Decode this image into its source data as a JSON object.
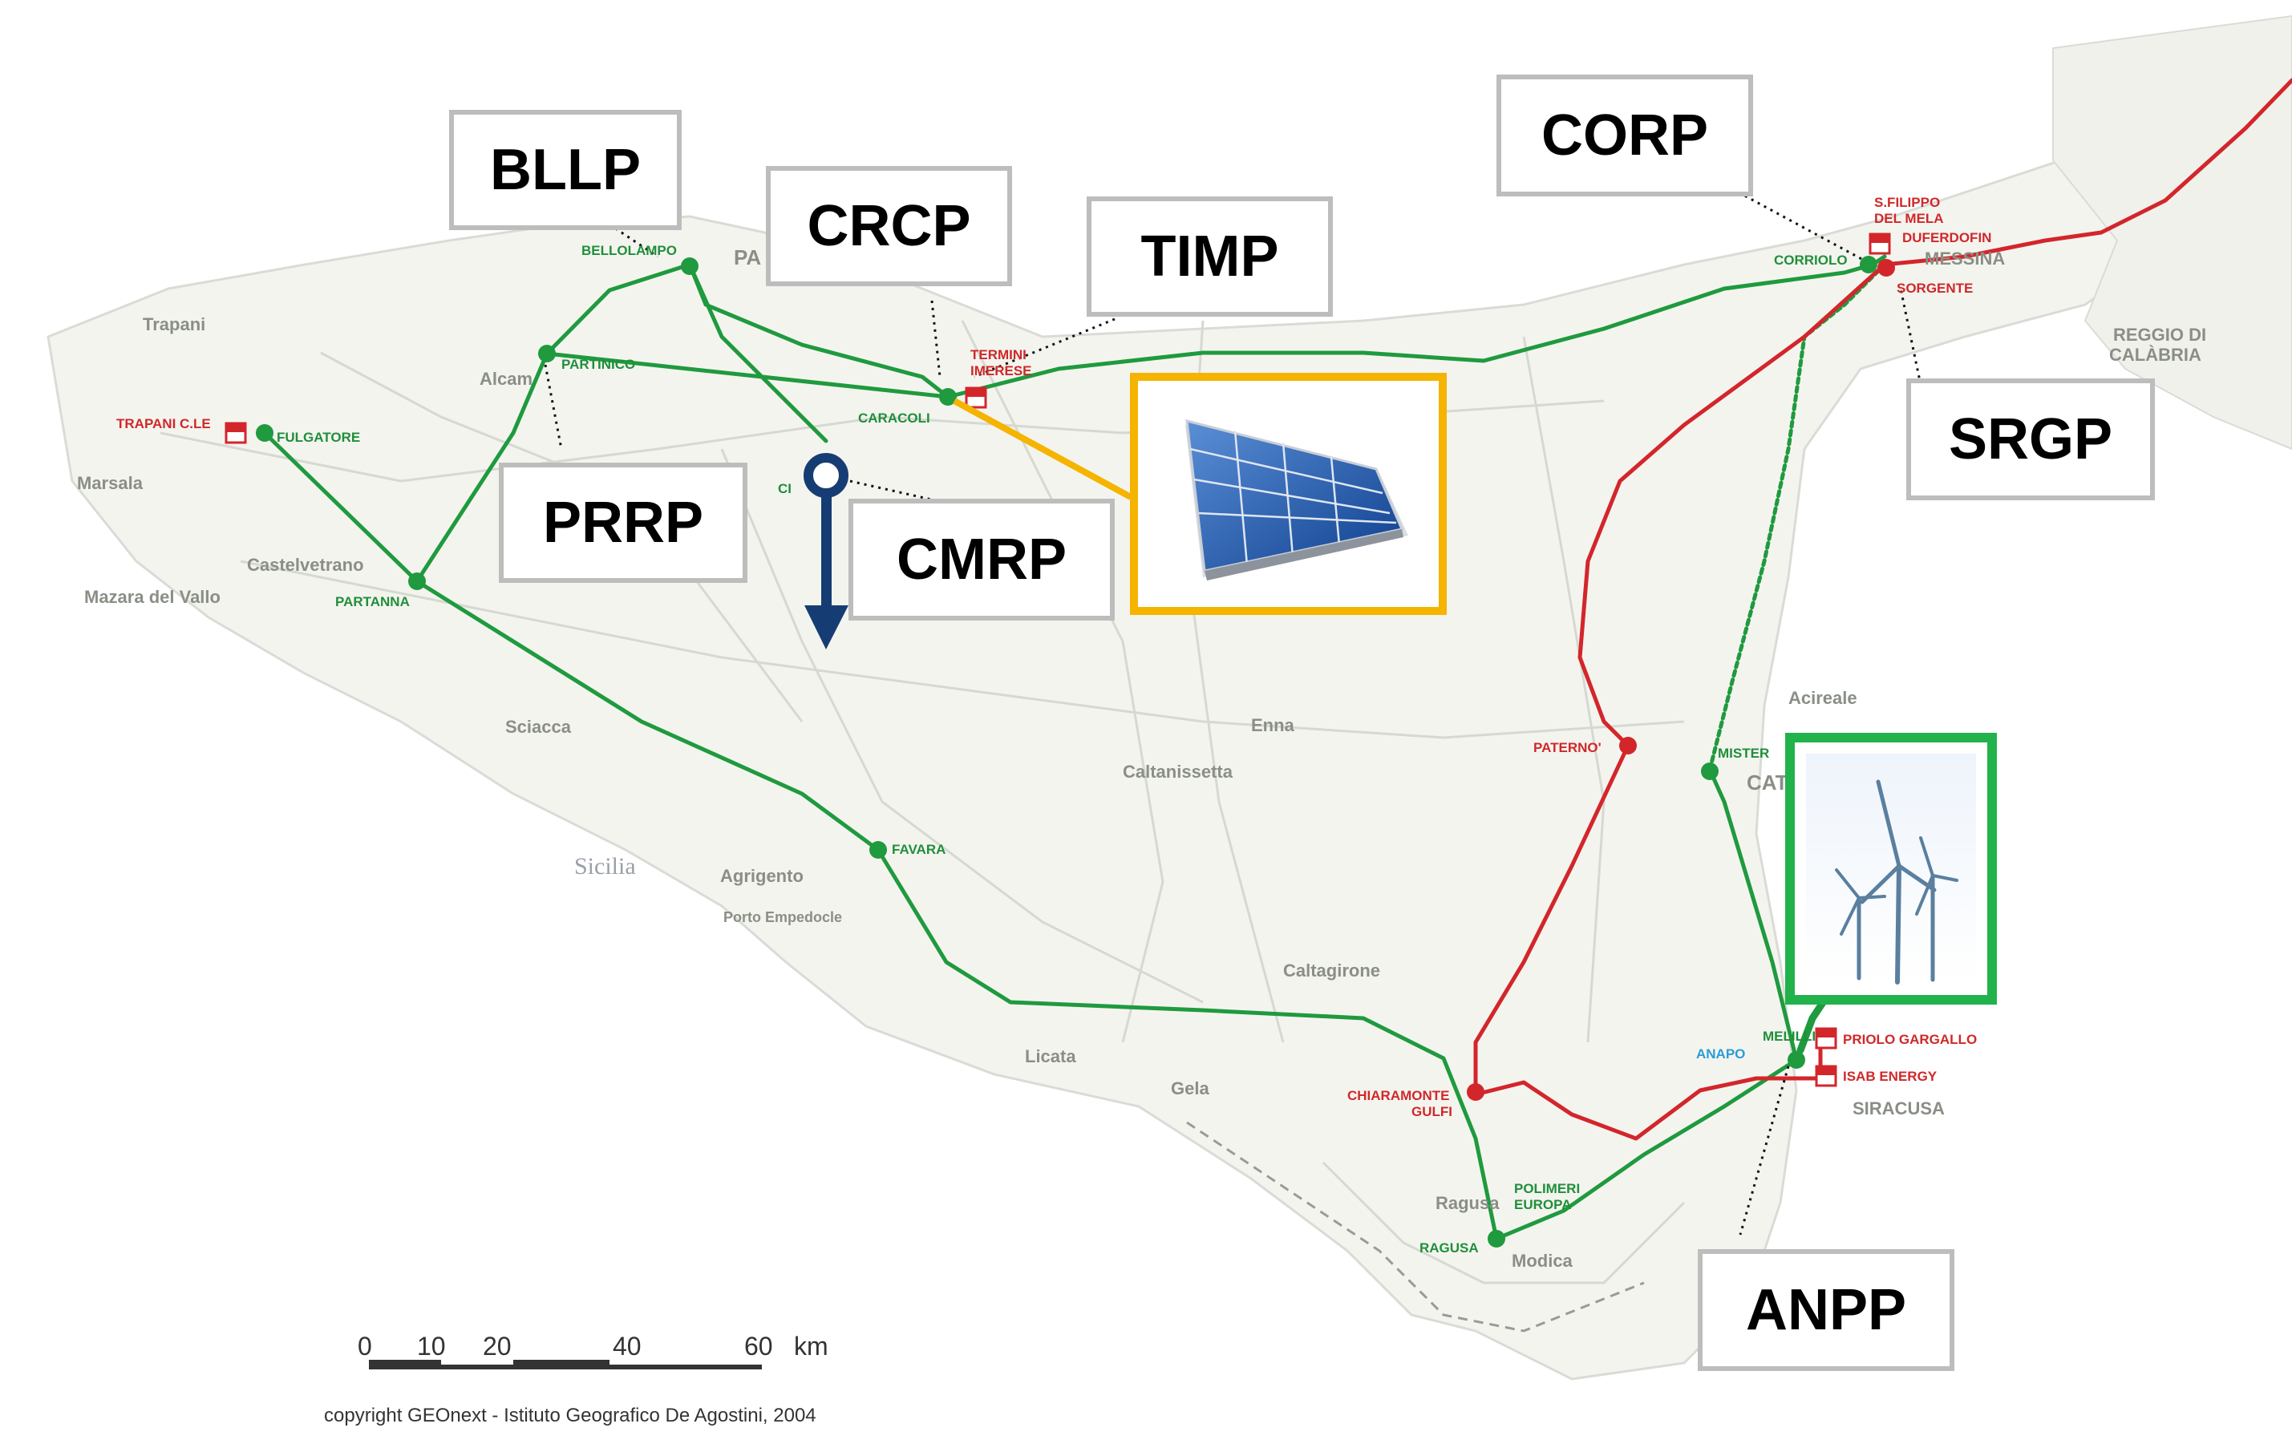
{
  "labels": {
    "bllp": "BLLP",
    "crcp": "CRCP",
    "timp": "TIMP",
    "corp": "CORP",
    "srgp": "SRGP",
    "prrp": "PRRP",
    "cmrp": "CMRP",
    "anpp": "ANPP"
  },
  "nodes": {
    "bellolampo": "BELLOLAMPO",
    "partinico": "PARTINICO",
    "fulgatore": "FULGATORE",
    "trapani_cle": "TRAPANI C.LE",
    "partanna": "PARTANNA",
    "caracoli": "CARACOLI",
    "termini": "TERMINI",
    "imerese": "IMERESE",
    "corriolo": "CORRIOLO",
    "s_filippo": "S.FILIPPO",
    "del_mela": "DEL MELA",
    "duferdofin": "DUFERDOFIN",
    "sorgente": "SORGENTE",
    "paterno": "PATERNO'",
    "misterbianco": "MISTER",
    "favara": "FAVARA",
    "chiaramonte": "CHIARAMONTE",
    "gulfi": "GULFI",
    "ragusa_node": "RAGUSA",
    "polimeri": "POLIMERI",
    "europa": "EUROPA",
    "anapo": "ANAPO",
    "melilli": "MELILLI",
    "priolo": "PRIOLO GARGALLO",
    "isab": "ISAB ENERGY",
    "cm_node": "CI"
  },
  "places": {
    "trapani": "Trapani",
    "marsala": "Marsala",
    "mazara": "Mazara del Vallo",
    "castelvetrano": "Castelvetrano",
    "sciacca": "Sciacca",
    "agrigento": "Agrigento",
    "porto_empedocle": "Porto Empedocle",
    "licata": "Licata",
    "gela": "Gela",
    "caltanissetta": "Caltanissetta",
    "enna": "Enna",
    "caltagirone": "Caltagirone",
    "ragusa": "Ragusa",
    "modica": "Modica",
    "siracusa": "SIRACUSA",
    "acireale": "Acireale",
    "catania": "CAT",
    "messina": "MESSINA",
    "reggio": "REGGIO DI",
    "calabria": "CALÀBRIA",
    "palermo": "PA",
    "alcamo": "Alcam",
    "sicilia": "Sicilia"
  },
  "scale": {
    "ticks": [
      "0",
      "10",
      "20",
      "40",
      "60"
    ],
    "unit": "km"
  },
  "copyright": "copyright GEOnext - Istituto Geografico De Agostini, 2004",
  "colors": {
    "green_line": "#1f9a3e",
    "red_line": "#d3262b",
    "solar_frame": "#f4b400",
    "wind_frame": "#22b24c",
    "pin": "#163d73",
    "label_border": "#bdbdbd"
  },
  "icons": {
    "solar": "solar-panel-icon",
    "wind": "wind-turbines-icon",
    "pin": "location-pin-icon"
  }
}
